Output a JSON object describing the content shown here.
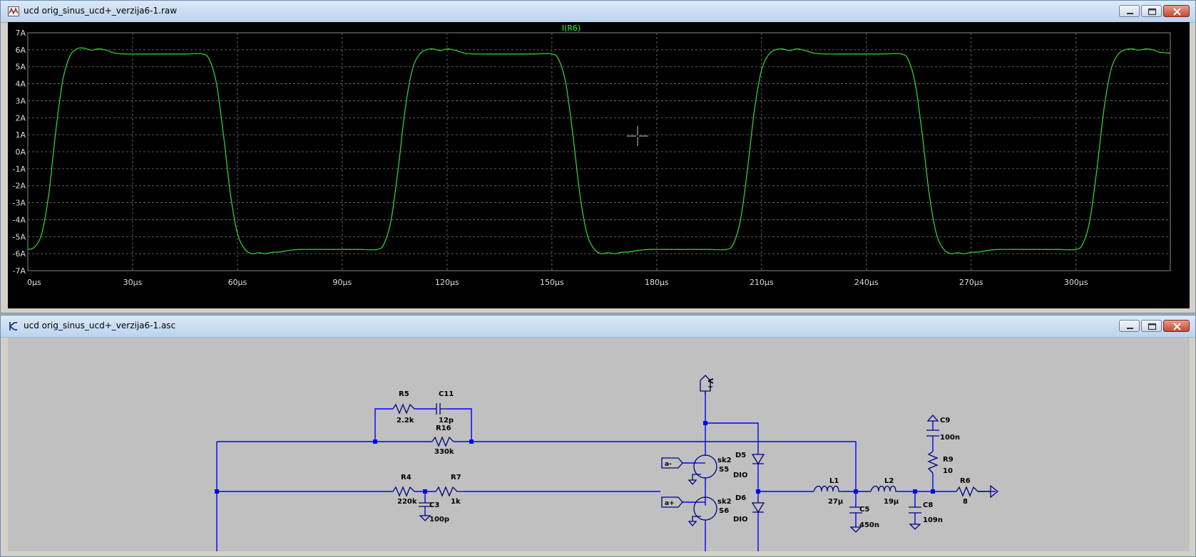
{
  "waveform_window": {
    "title": "ucd orig_sinus_ucd+_verzija6-1.raw",
    "icon": "waveform-app-icon",
    "chart_data": {
      "type": "line",
      "title": "I(R6)",
      "xlabel": "",
      "ylabel": "",
      "xlim": [
        0,
        327
      ],
      "ylim": [
        -7,
        7
      ],
      "grid": true,
      "x_ticks": [
        "0µs",
        "30µs",
        "60µs",
        "90µs",
        "120µs",
        "150µs",
        "180µs",
        "210µs",
        "240µs",
        "270µs",
        "300µs"
      ],
      "x_tick_values": [
        0,
        30,
        60,
        90,
        120,
        150,
        180,
        210,
        240,
        270,
        300
      ],
      "y_ticks": [
        "7A",
        "6A",
        "5A",
        "4A",
        "3A",
        "2A",
        "1A",
        "0A",
        "-1A",
        "-2A",
        "-3A",
        "-4A",
        "-5A",
        "-6A",
        "-7A"
      ],
      "y_tick_values": [
        7,
        6,
        5,
        4,
        3,
        2,
        1,
        0,
        -1,
        -2,
        -3,
        -4,
        -5,
        -6,
        -7
      ],
      "series": [
        {
          "name": "I(R6)",
          "color": "#33CC33",
          "x": [
            0,
            2,
            4,
            6,
            8,
            10,
            12,
            14,
            16,
            18,
            20,
            22,
            25,
            28,
            32,
            36,
            40,
            45,
            50,
            52,
            54,
            56,
            58,
            60,
            62,
            64,
            66,
            68,
            70,
            72,
            75,
            78,
            82,
            86,
            90,
            95,
            100,
            102,
            104,
            106,
            108,
            110,
            112,
            114,
            116,
            118,
            120,
            122,
            125,
            128,
            132,
            136,
            140,
            145,
            150,
            152,
            154,
            156,
            158,
            160,
            162,
            164,
            166,
            168,
            170,
            172,
            175,
            178,
            182,
            186,
            190,
            195,
            200,
            202,
            204,
            206,
            208,
            210,
            212,
            214,
            216,
            218,
            220,
            222,
            225,
            228,
            232,
            236,
            240,
            245,
            250,
            252,
            254,
            256,
            258,
            260,
            262,
            264,
            266,
            268,
            270,
            272,
            275,
            278,
            282,
            286,
            290,
            295,
            300,
            302,
            304,
            306,
            308,
            310,
            312,
            314,
            316,
            318,
            320,
            322,
            324,
            327
          ],
          "y": [
            -5.75,
            -5.6,
            -4.8,
            -2.5,
            1.2,
            4.2,
            5.6,
            6.05,
            6.1,
            5.98,
            6.05,
            6.0,
            5.8,
            5.75,
            5.75,
            5.75,
            5.75,
            5.75,
            5.75,
            5.4,
            4.0,
            1.0,
            -2.5,
            -4.8,
            -5.7,
            -6.0,
            -5.95,
            -6.0,
            -5.92,
            -5.9,
            -5.8,
            -5.75,
            -5.75,
            -5.75,
            -5.75,
            -5.75,
            -5.75,
            -5.4,
            -4.0,
            -1.0,
            2.5,
            4.8,
            5.7,
            6.0,
            6.05,
            5.95,
            6.05,
            5.98,
            5.8,
            5.75,
            5.75,
            5.75,
            5.75,
            5.75,
            5.75,
            5.4,
            4.0,
            1.0,
            -2.5,
            -4.8,
            -5.7,
            -6.0,
            -5.95,
            -6.0,
            -5.92,
            -5.9,
            -5.8,
            -5.75,
            -5.75,
            -5.75,
            -5.75,
            -5.75,
            -5.75,
            -5.4,
            -4.0,
            -1.0,
            2.5,
            4.8,
            5.7,
            6.0,
            6.05,
            5.95,
            6.05,
            5.98,
            5.8,
            5.75,
            5.75,
            5.75,
            5.75,
            5.75,
            5.75,
            5.4,
            4.0,
            1.0,
            -2.5,
            -4.8,
            -5.7,
            -6.0,
            -5.95,
            -6.0,
            -5.92,
            -5.9,
            -5.8,
            -5.75,
            -5.75,
            -5.75,
            -5.75,
            -5.75,
            -5.75,
            -5.4,
            -4.0,
            -1.0,
            2.5,
            4.8,
            5.7,
            6.0,
            6.05,
            5.98,
            6.05,
            6.0,
            5.85,
            5.8
          ]
        }
      ]
    }
  },
  "schematic_window": {
    "title": "ucd orig_sinus_ucd+_verzija6-1.asc",
    "icon": "schematic-app-icon",
    "components": {
      "R5": {
        "name": "R5",
        "value": "2.2k"
      },
      "C11": {
        "name": "C11",
        "value": "12p"
      },
      "R16": {
        "name": "R16",
        "value": "330k"
      },
      "R4": {
        "name": "R4",
        "value": "220k"
      },
      "R7": {
        "name": "R7",
        "value": "1k"
      },
      "C3": {
        "name": "C3",
        "value": "100p"
      },
      "S5": {
        "name": "S5",
        "model": "sk2"
      },
      "S6": {
        "name": "S6",
        "model": "sk2"
      },
      "D5": {
        "name": "D5",
        "model": "DIO"
      },
      "D6": {
        "name": "D6",
        "model": "DIO"
      },
      "L1": {
        "name": "L1",
        "value": "27µ"
      },
      "C5": {
        "name": "C5",
        "value": "450n"
      },
      "L2": {
        "name": "L2",
        "value": "19µ"
      },
      "C8": {
        "name": "C8",
        "value": "109n"
      },
      "C9": {
        "name": "C9",
        "value": "100n"
      },
      "R9": {
        "name": "R9",
        "value": "10"
      },
      "R6": {
        "name": "R6",
        "value": "8"
      }
    },
    "net_labels": {
      "vplus": "V+",
      "aminus": "a-",
      "aplus": "a+"
    },
    "wire_color": "#0000FF",
    "component_color": "#000080"
  },
  "window_controls": {
    "minimize": "minimize-icon",
    "maximize": "maximize-icon",
    "close": "close-icon"
  }
}
